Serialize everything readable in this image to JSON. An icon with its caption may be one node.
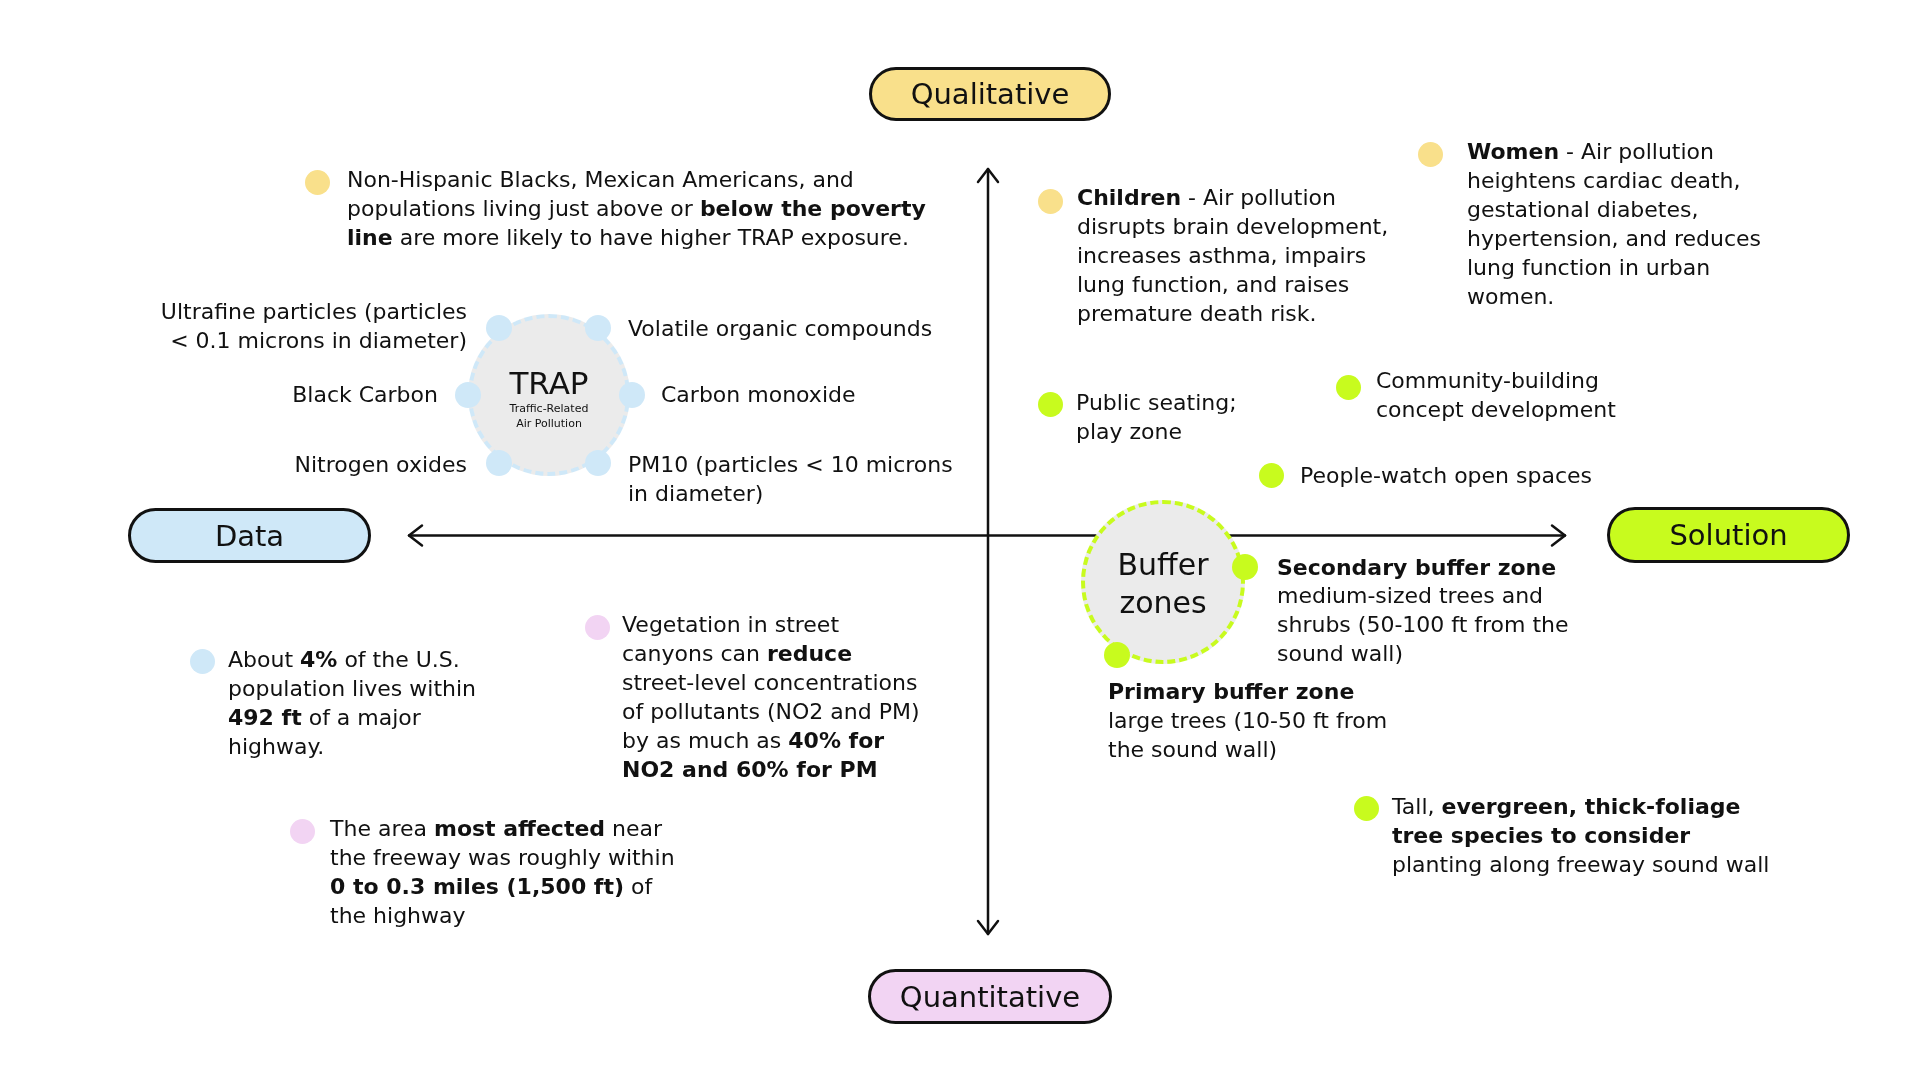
{
  "diagram": {
    "nodes": [
      {
        "text": [
          "Qualitative"
        ]
      },
      {
        "text": [
          "TRAP",
          "Traffic-Related Air Pollution"
        ],
        "beside": [
          "Ultrafine particles (particles < 0.1 microns in diameter)",
          "Volatile organic compounds",
          "Black Carbon",
          "Carbon monoxide",
          "Nitrogen oxides",
          "PM10 (particles < 10 microns in diameter)"
        ]
      },
      {
        "text": [
          "Data"
        ]
      },
      {
        "text": [
          "Buffer zones"
        ],
        "beside": [
          "Secondary buffer zone",
          "medium-sized trees and shrubs (50-100 ft from the sound wall)",
          "Primary buffer zone",
          "large trees (10-50 ft from the sound wall)"
        ]
      },
      {
        "text": [
          "Solution"
        ]
      },
      {
        "text": [
          "Quantitative"
        ]
      }
    ],
    "labels": [
      "Non-Hispanic Blacks, Mexican Americans, and populations living just above or **below the poverty line** are more likely to have higher TRAP exposure.",
      "**Children** - Air pollution disrupts brain development, increases asthma, impairs lung function, and raises premature death risk.",
      "**Women** - Air pollution heightens cardiac death, gestational diabetes, hypertension, and reduces lung function in urban women.",
      "Public seating; play zone",
      "Community-building concept development",
      "People-watch open spaces",
      "About **4%** of the U.S. population lives within **492 ft** of a major highway.",
      "Vegetation in street canyons can **reduce** street-level concentrations of pollutants (NO2 and PM) by as much as **40% for NO2 and 60% for PM**",
      "The area **most affected** near the freeway was roughly within **0 to 0.3 miles (1,500 ft)** of the highway",
      "Tall, **evergreen, thick-foliage tree species to consider** planting along freeway sound wall"
    ]
  }
}
